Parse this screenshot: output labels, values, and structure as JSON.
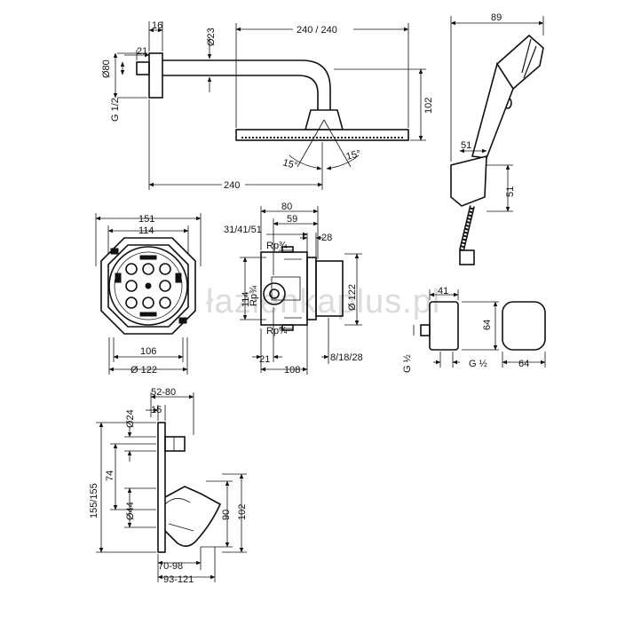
{
  "watermark": "łazienkaplus.pl",
  "head_shower": {
    "d16": "16",
    "d21": "21",
    "d23": "Ø23",
    "d80": "Ø80",
    "g12": "G 1/2",
    "d240_240": "240 / 240",
    "d102": "102",
    "a15_left": "15°",
    "a15_right": "15°",
    "d240": "240"
  },
  "hand_shower": {
    "d89": "89",
    "d51a": "51",
    "d51b": "51"
  },
  "ibox_front": {
    "d151": "151",
    "d114": "114",
    "d106": "106",
    "d122": "Ø 122"
  },
  "ibox_side": {
    "d80": "80",
    "d59": "59",
    "d31": "31/41/51",
    "d28": "28",
    "rp_top": "Rp¾",
    "rp_mid": "Rp¾",
    "rp_bot": "Rp¾",
    "d114": "114",
    "d122": "Ø 122",
    "d21": "21",
    "d8": "8/18/28",
    "d108": "108"
  },
  "outlet": {
    "d41": "41",
    "d64a": "64",
    "g12a": "G ½",
    "g12b": "G ½",
    "d64b": "64"
  },
  "mixer": {
    "d5280": "52-80",
    "d15": "15",
    "d24": "Ø24",
    "d155": "155/155",
    "d74": "74",
    "d44": "Ø44",
    "d90": "90",
    "d102": "102",
    "d7098": "70-98",
    "d93121": "93-121"
  }
}
